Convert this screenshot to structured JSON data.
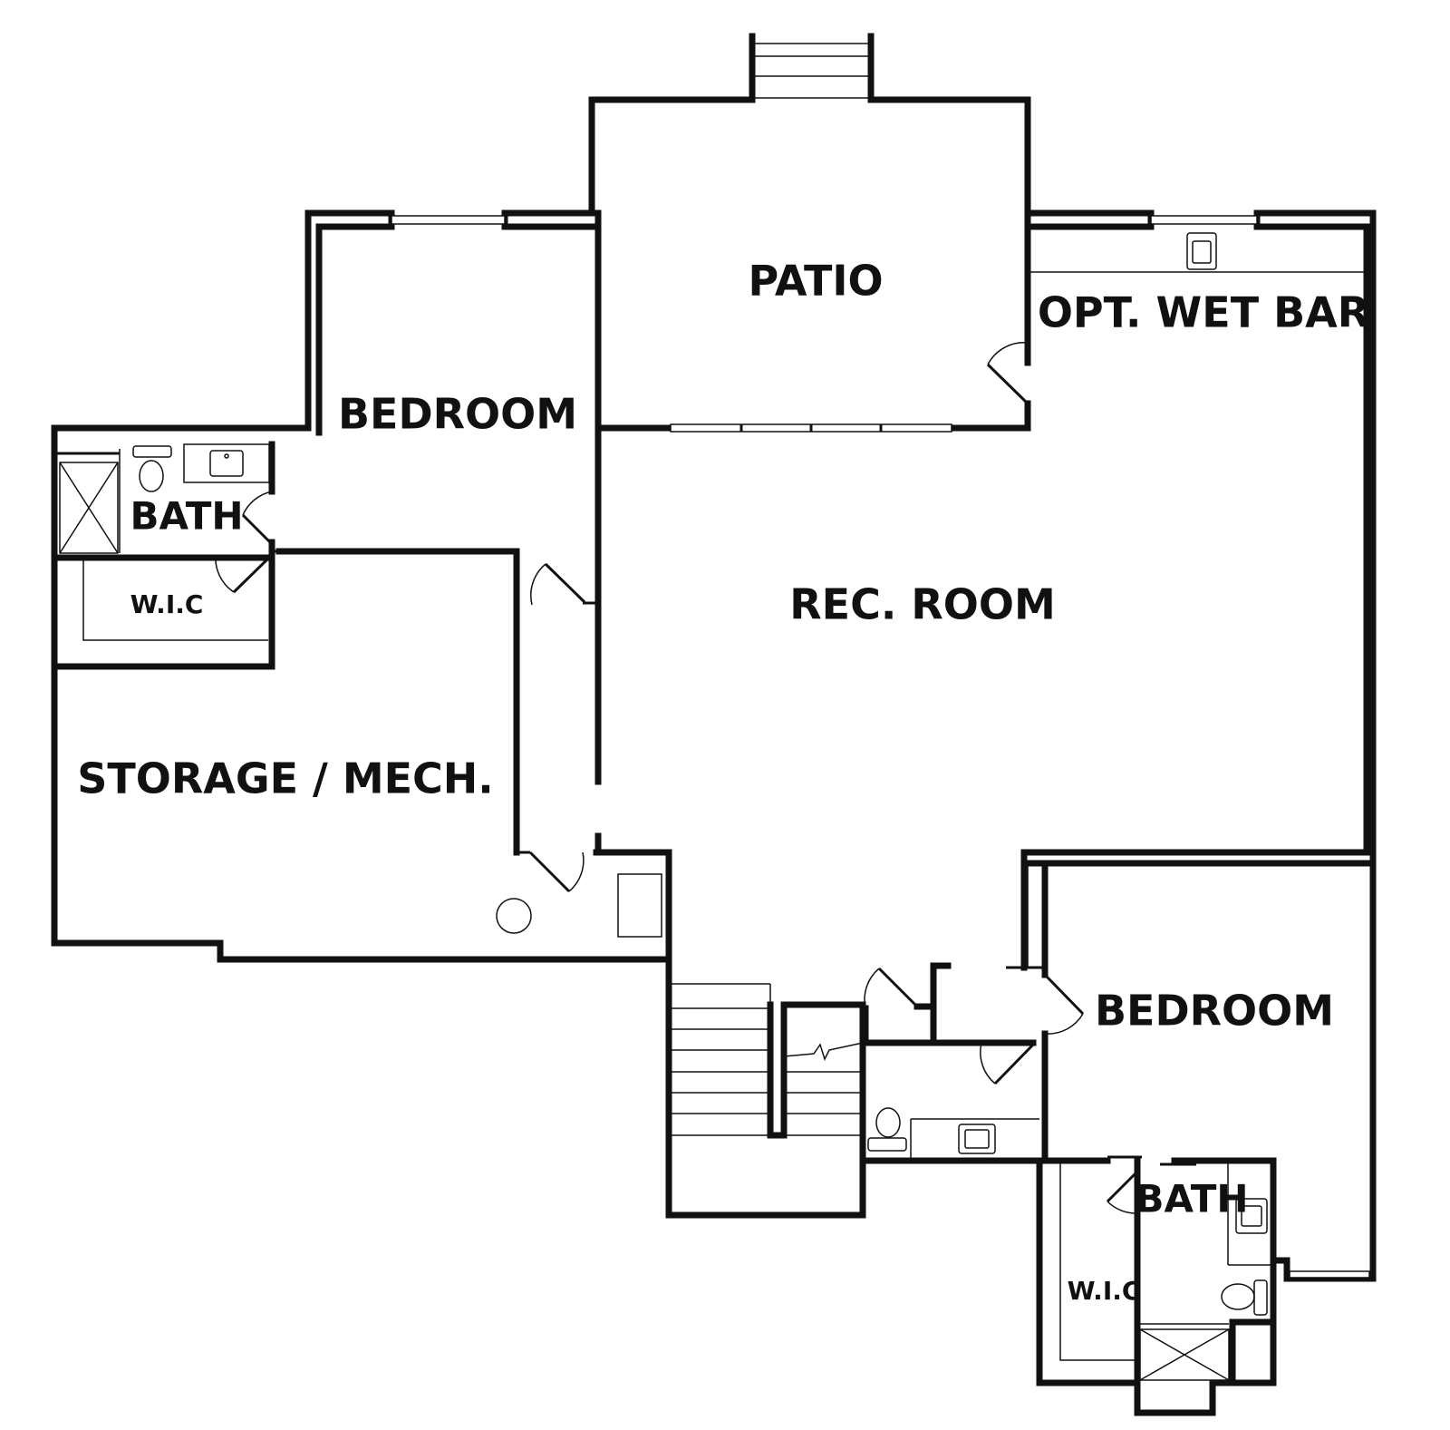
{
  "rooms": {
    "patio": "PATIO",
    "wet_bar": "OPT. WET BAR",
    "bedroom_upper": "BEDROOM",
    "bath_upper": "BATH",
    "wic_upper": "W.I.C",
    "rec_room": "REC. ROOM",
    "storage": "STORAGE / MECH.",
    "bedroom_lower": "BEDROOM",
    "bath_lower": "BATH",
    "wic_lower": "W.I.C"
  },
  "colors": {
    "wall": "#111111",
    "background": "#ffffff"
  }
}
